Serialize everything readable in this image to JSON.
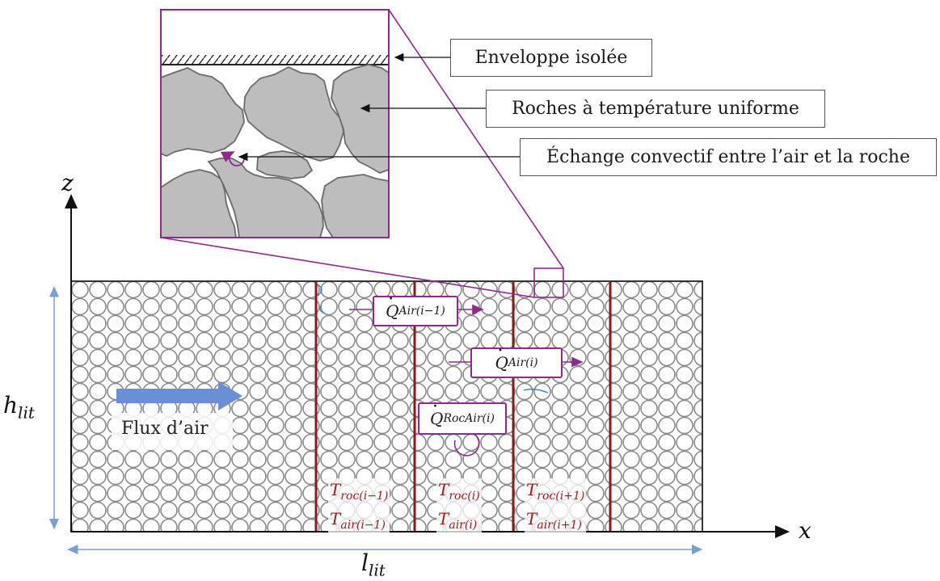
{
  "callouts": {
    "envelope": "Enveloppe isolée",
    "rocks": "Roches à température uniforme",
    "exchange": "Échange convectif entre l’air et la roche"
  },
  "air_flow_label": "Flux d’air",
  "heat_flows": {
    "q_air_prev": {
      "symbol": "Q",
      "sub": "Air(i−1)"
    },
    "q_air_i": {
      "symbol": "Q",
      "sub": "Air(i)"
    },
    "q_rocair_i": {
      "symbol": "Q",
      "sub": "RocAir(i)"
    }
  },
  "temperatures": {
    "col_prev": {
      "roc": "roc(i−1)",
      "air": "air(i−1)"
    },
    "col_i": {
      "roc": "roc(i)",
      "air": "air(i)"
    },
    "col_next": {
      "roc": "roc(i+1)",
      "air": "air(i+1)"
    }
  },
  "axes": {
    "z_label": "z",
    "x_label": "x",
    "height_base": "h",
    "height_sub": "lit",
    "length_base": "l",
    "length_sub": "lit"
  },
  "colors": {
    "purple": "#8e2a8e",
    "dark_red": "#8b1a1a",
    "rock_gray": "#bdbdbd",
    "flow_blue": "#6b8fd4",
    "dim_blue": "#7a9fd6"
  }
}
